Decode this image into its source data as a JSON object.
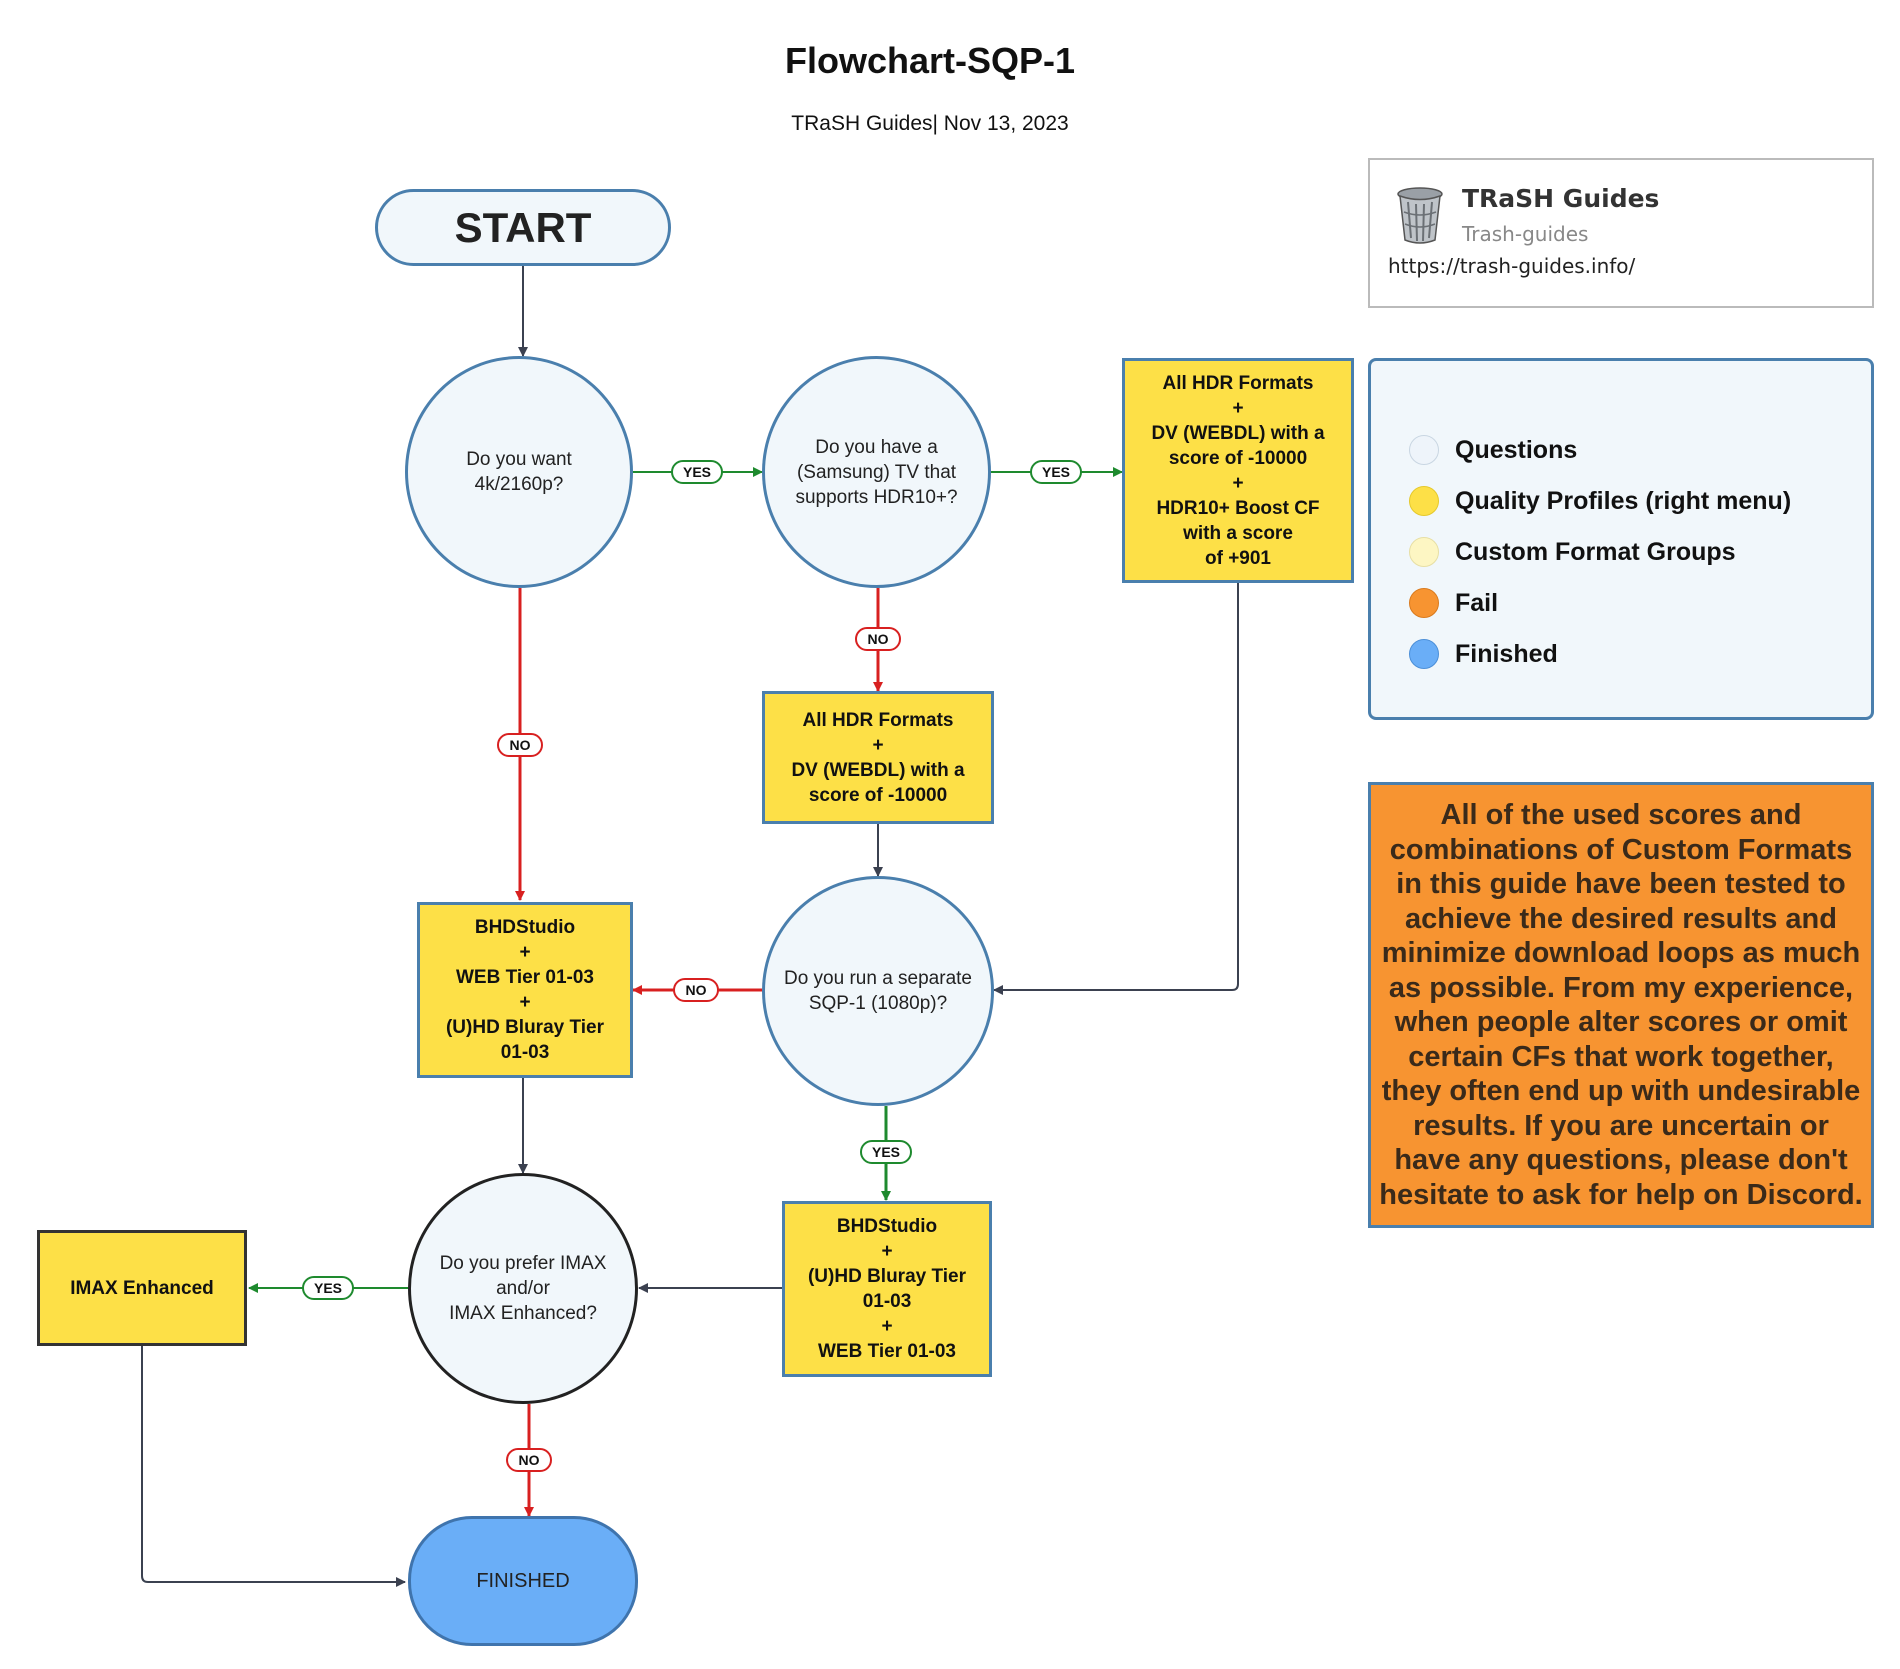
{
  "title": "Flowchart-SQP-1",
  "subtitle": "TRaSH Guides| Nov 13, 2023",
  "nodes": {
    "start": "START",
    "q_4k": "Do you want\n4k/2160p?",
    "q_samsung": "Do you have a\n(Samsung) TV that\nsupports HDR10+?",
    "box_hdr10plus": "All HDR Formats\n+\nDV (WEBDL) with a\nscore of -10000\n+\nHDR10+ Boost CF\nwith a score\nof +901",
    "box_hdr": "All HDR Formats\n+\nDV (WEBDL) with a\nscore of -10000",
    "q_sqp1": "Do you run a separate\nSQP-1 (1080p)?",
    "box_bhd_web": "BHDStudio\n+\nWEB Tier 01-03\n+\n(U)HD Bluray Tier\n01-03",
    "box_bhd_bluray": "BHDStudio\n+\n(U)HD Bluray Tier\n01-03\n+\nWEB Tier 01-03",
    "q_imax": "Do you prefer IMAX\nand/or\nIMAX Enhanced?",
    "box_imax": "IMAX Enhanced",
    "finished": "FINISHED"
  },
  "edge_labels": {
    "yes": "YES",
    "no": "NO"
  },
  "card": {
    "name": "TRaSH Guides",
    "handle": "Trash-guides",
    "url": "https://trash-guides.info/",
    "icon": "trash-can-icon"
  },
  "legend": [
    {
      "label": "Questions",
      "color": "#eef4fa"
    },
    {
      "label": "Quality Profiles (right menu)",
      "color": "#fde047"
    },
    {
      "label": "Custom Format Groups",
      "color": "#fdf6c3"
    },
    {
      "label": "Fail",
      "color": "#f79431"
    },
    {
      "label": "Finished",
      "color": "#6aaef7"
    }
  ],
  "note": "All of the used scores and combinations of Custom Formats in this guide have been tested to achieve the desired results and minimize download loops as much as possible. From my experience, when people alter scores or omit certain CFs that work together, they often end up with undesirable results. If you are uncertain or have any questions, please don't hesitate to ask for help on Discord.",
  "colors": {
    "yes_line": "#1e8a2e",
    "no_line": "#d82020",
    "plain_line": "#3b4150",
    "node_border": "#4a7fad"
  }
}
